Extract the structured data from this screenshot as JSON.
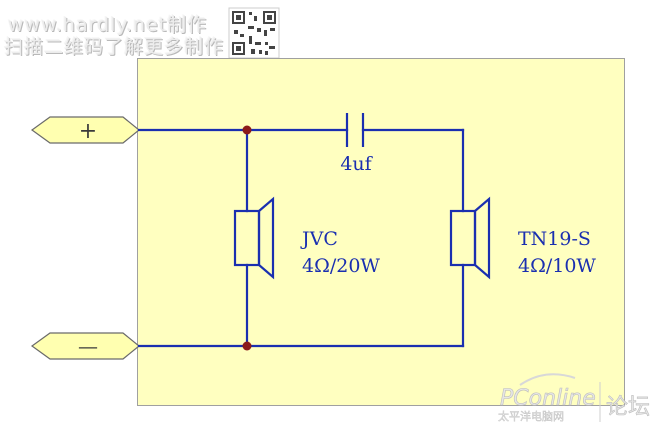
{
  "watermark": {
    "line1": "www.hardly.net制作",
    "line2": "扫描二维码了解更多制作",
    "brand": "PConline",
    "brand_sub": "太平洋电脑网",
    "brand_forum": "论坛"
  },
  "terminals": {
    "positive": "+",
    "negative": "—"
  },
  "capacitor": {
    "label": "4uf"
  },
  "speakers": [
    {
      "name": "JVC",
      "rating": "4Ω/20W"
    },
    {
      "name": "TN19-S",
      "rating": "4Ω/10W"
    }
  ],
  "colors": {
    "panel": "#ffffc0",
    "panel_border": "#a0a0a0",
    "wire": "#1a2fb0",
    "junction": "#8b1a1a",
    "terminal": "#ffffb0",
    "terminal_border": "#6a6a6a"
  }
}
